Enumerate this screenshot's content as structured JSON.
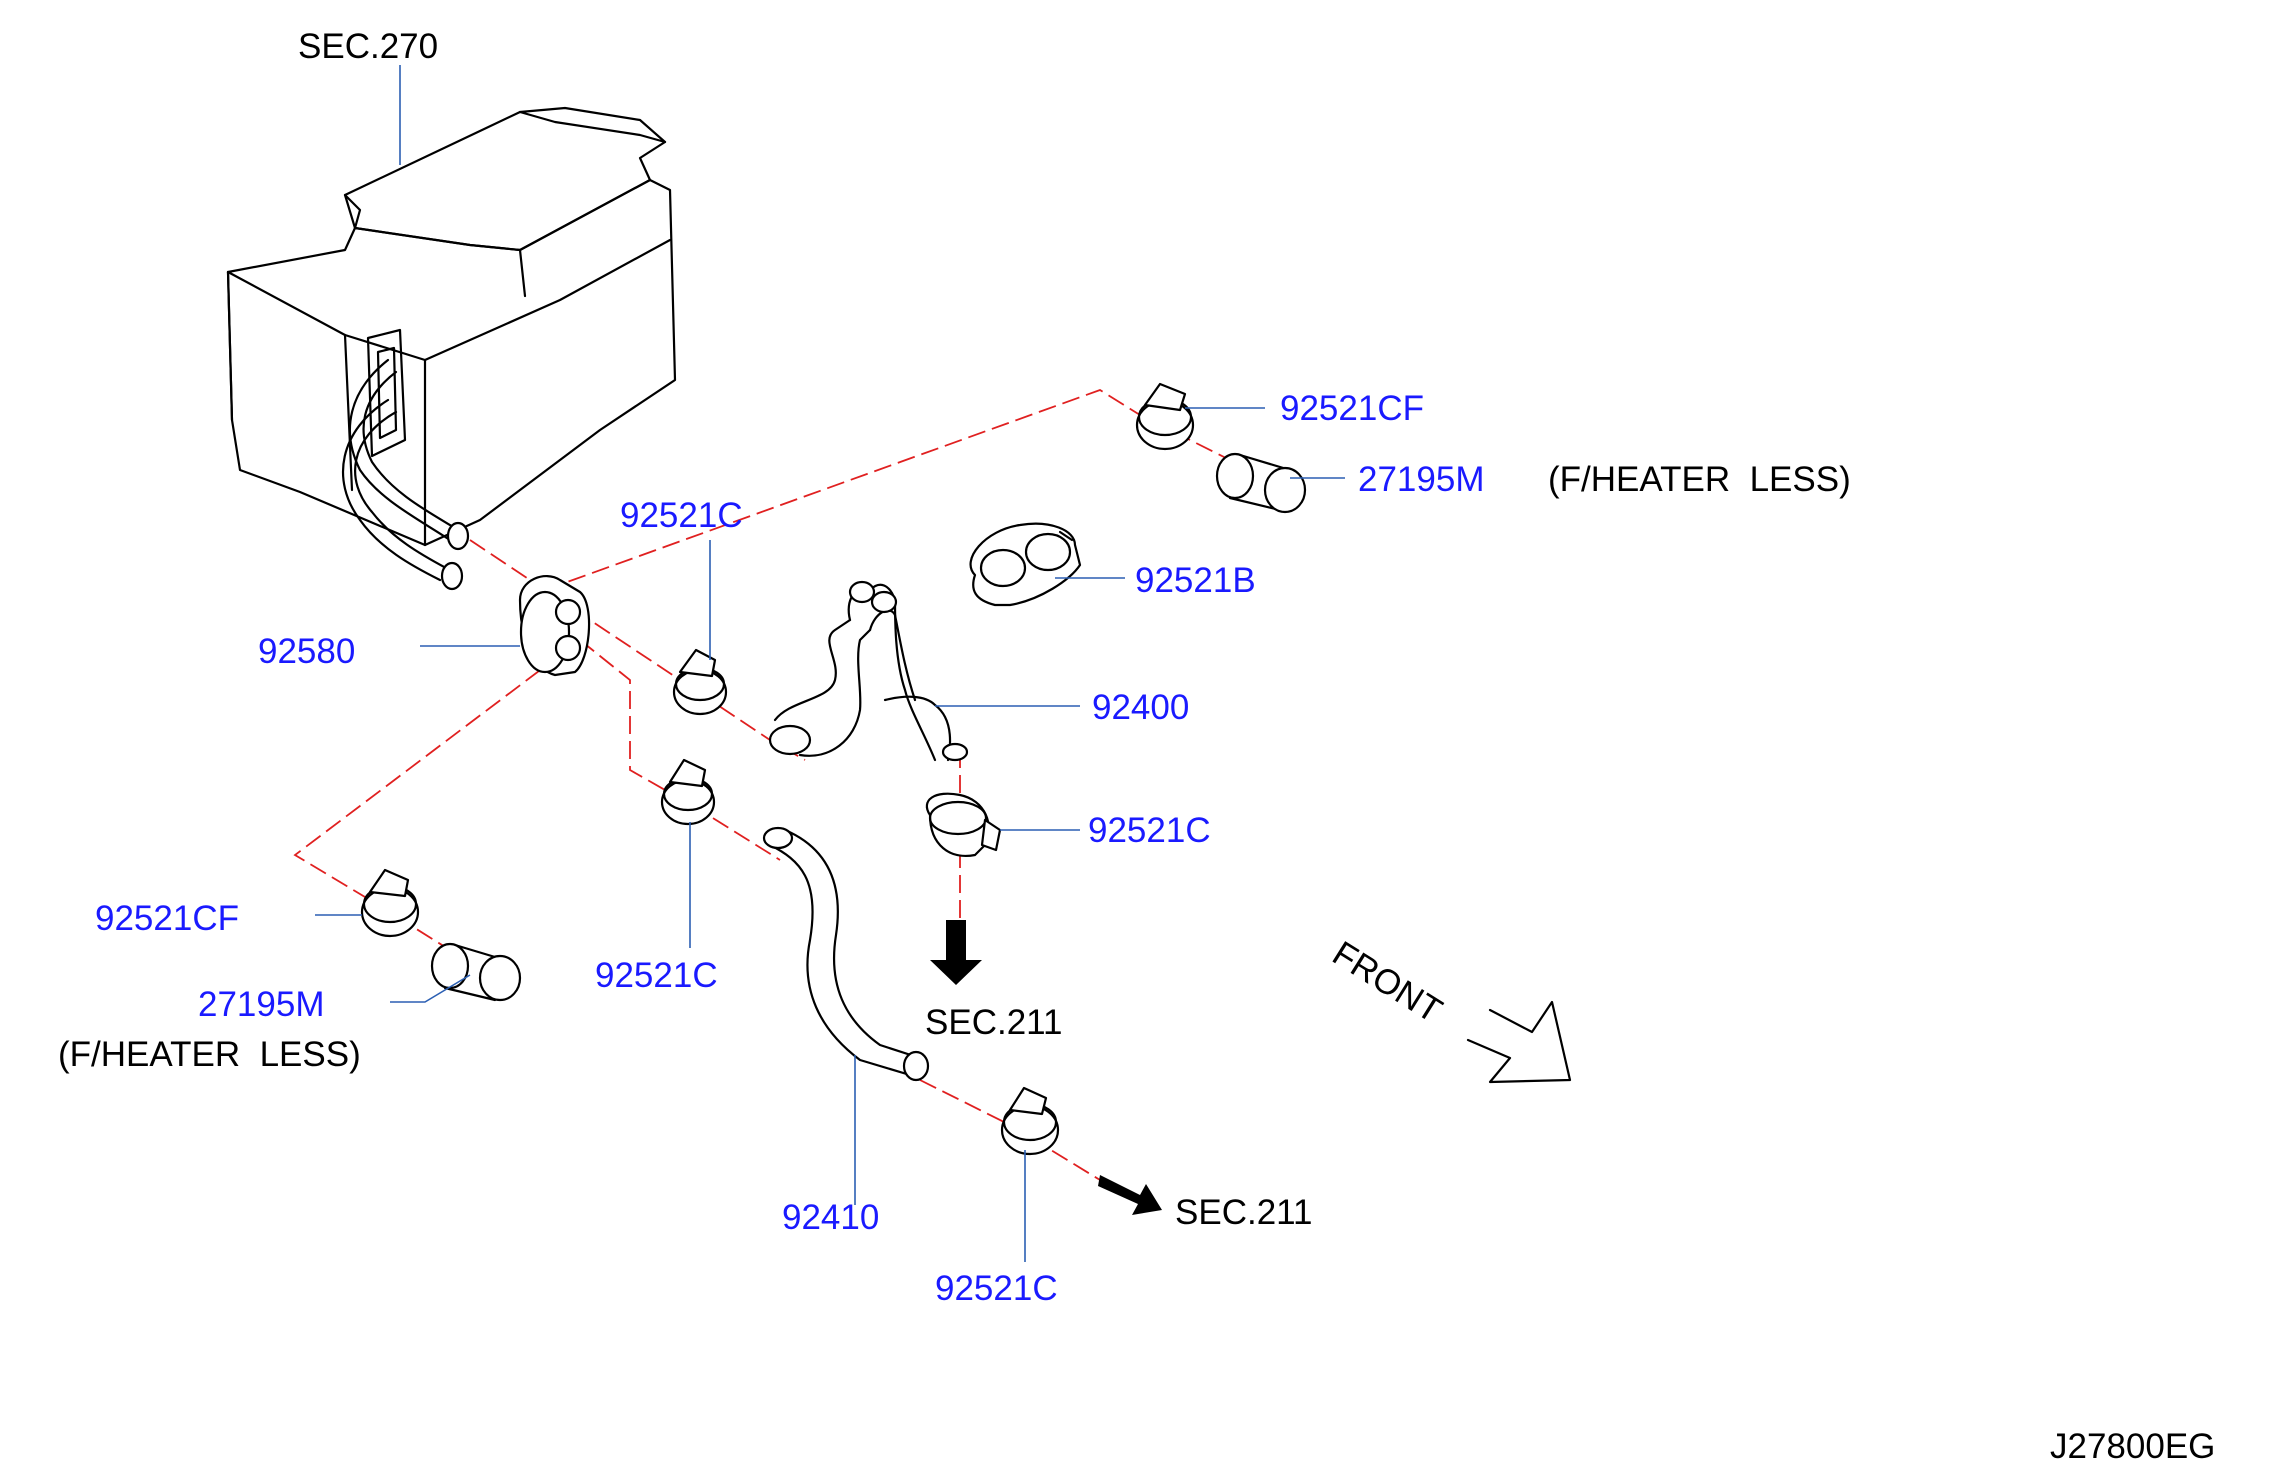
{
  "sections": {
    "sec_270": "SEC.270",
    "sec_211_down": "SEC.211",
    "sec_211_right": "SEC.211"
  },
  "parts": {
    "clamp_cf_upper": "92521CF",
    "cap_upper": "27195M",
    "note_upper": "(F/HEATER  LESS)",
    "clamp_b": "92521B",
    "clamp_c_top": "92521C",
    "grommet": "92580",
    "hose_inlet": "92400",
    "clamp_c_right": "92521C",
    "clamp_cf_lower": "92521CF",
    "cap_lower": "27195M",
    "note_lower": "(F/HEATER  LESS)",
    "clamp_c_mid": "92521C",
    "hose_outlet": "92410",
    "clamp_c_bottom": "92521C"
  },
  "direction": {
    "front": "FRONT"
  },
  "diagram_id": "J27800EG",
  "colors": {
    "part_number": "#1a1aff",
    "leader_line": "#2b5fb3",
    "dash_line": "#e02020",
    "outline": "#000000"
  }
}
